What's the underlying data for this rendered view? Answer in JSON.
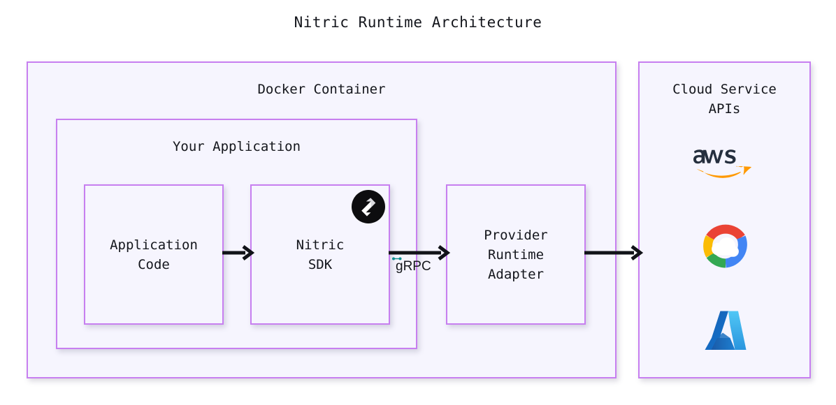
{
  "diagram": {
    "title": "Nitric Runtime Architecture",
    "type": "flowchart",
    "theme": {
      "page_background": "#ffffff",
      "node_fill": "#f6f5fe",
      "node_border": "#c77ff0",
      "text_color": "#14161c",
      "arrow_color": "#111318",
      "edge_anchor_color": "#0a8f8f"
    }
  },
  "clusters": {
    "docker": {
      "label": "Docker Container",
      "name": "docker-container"
    },
    "application": {
      "label": "Your Application",
      "name": "your-application"
    },
    "cloud": {
      "label": "Cloud Service\nAPIs",
      "name": "cloud-service-apis"
    }
  },
  "nodes": {
    "application_code": {
      "label": "Application\nCode",
      "name": "application-code"
    },
    "nitric_sdk": {
      "label": "Nitric\nSDK",
      "name": "nitric-sdk",
      "badge_icon": "nitric-logo-icon"
    },
    "provider_runtime_adapter": {
      "label": "Provider\nRuntime\nAdapter",
      "name": "provider-runtime-adapter"
    }
  },
  "edges": [
    {
      "from": "application_code",
      "to": "nitric_sdk",
      "label": "",
      "name": "edge-code-to-sdk"
    },
    {
      "from": "nitric_sdk",
      "to": "provider_runtime_adapter",
      "label": "gRPC",
      "name": "edge-sdk-to-adapter"
    },
    {
      "from": "provider_runtime_adapter",
      "to": "cloud",
      "label": "",
      "name": "edge-adapter-to-cloud"
    }
  ],
  "cloud_logos": [
    {
      "name": "aws-logo-icon",
      "label": "aws",
      "color": "#252f3e",
      "accent": "#ff9900"
    },
    {
      "name": "google-cloud-logo-icon",
      "label": "Google Cloud",
      "colors": [
        "#ea4335",
        "#4285f4",
        "#34a853",
        "#fbbc04"
      ]
    },
    {
      "name": "microsoft-azure-logo-icon",
      "label": "Azure",
      "colors": [
        "#0f6cbd",
        "#50c7f5",
        "#1b4f9c"
      ]
    }
  ]
}
